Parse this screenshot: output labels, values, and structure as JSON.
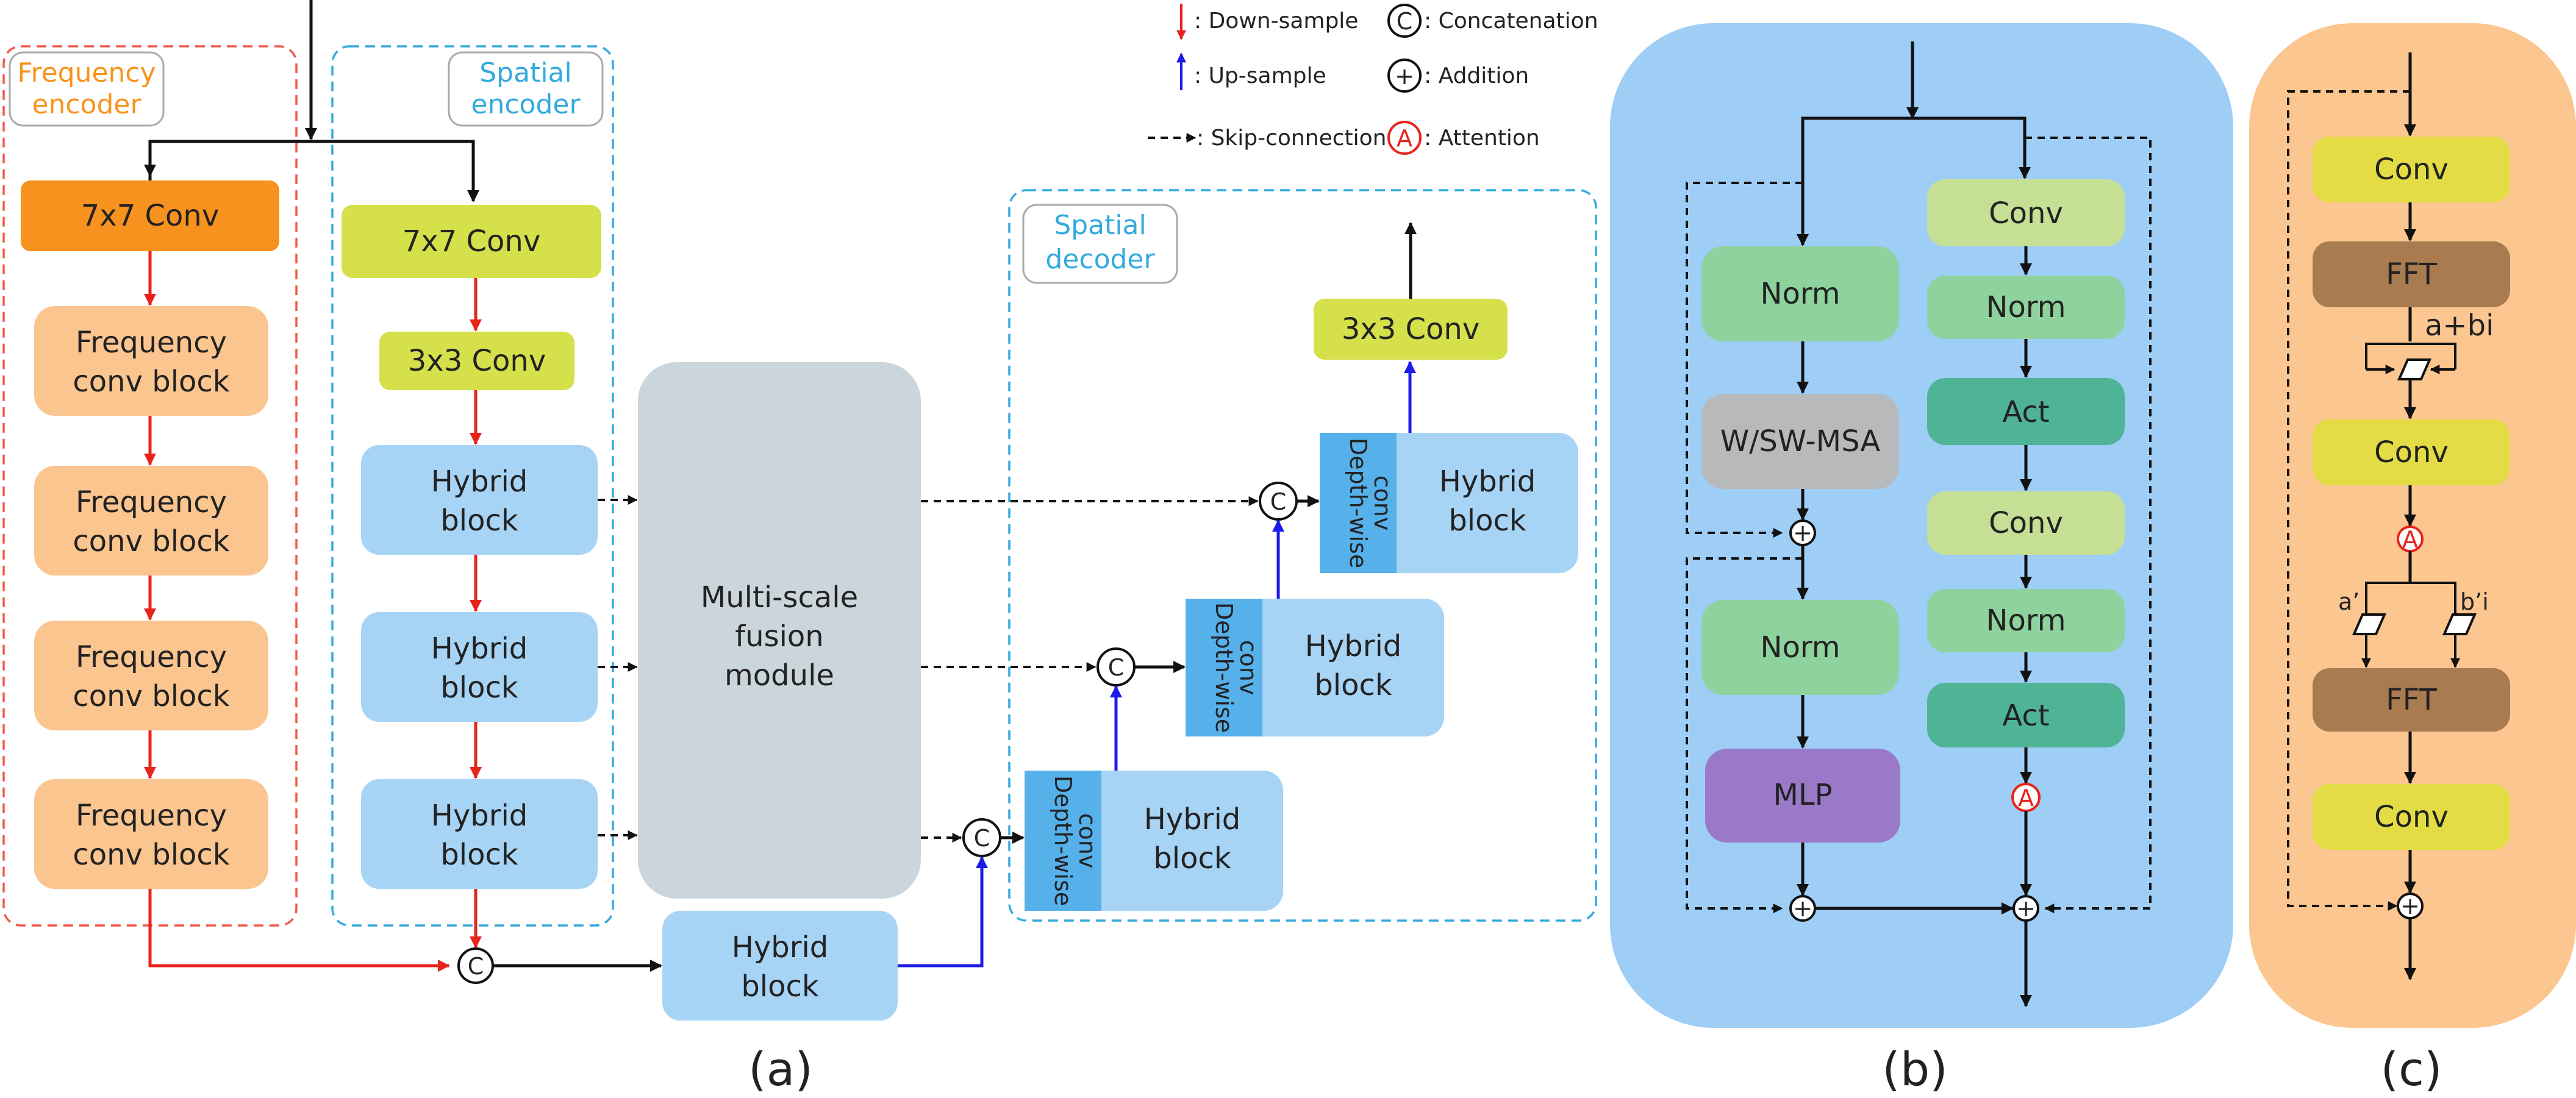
{
  "colors": {
    "orange_dark": "#f7921e",
    "orange_light": "#fbc58f",
    "yellow_green": "#d5e04a",
    "light_blue": "#a7d4f5",
    "dw_blue": "#56b0ea",
    "gray": "#cbd5dc",
    "panel_b_bg": "#9ecdf6",
    "panel_c_bg": "#fbc68f",
    "norm_green": "#8ed29e",
    "wmsa_gray": "#b7b9bb",
    "mlp_purple": "#9a79c9",
    "conv_light_green": "#c5e095",
    "act_teal": "#4fb396",
    "fft_brown": "#a97b50",
    "conv_yellow": "#e3dc44",
    "red": "#e8231c",
    "blue_arrow": "#1c1ce8",
    "freq_title": "#f7941e",
    "spatial_title": "#33aadd"
  },
  "legend": {
    "down_sample": ": Down-sample",
    "up_sample": ": Up-sample",
    "skip_connection": ": Skip-connection",
    "concatenation": ": Concatenation",
    "addition": ": Addition",
    "attention": ": Attention",
    "concat_symbol": "C",
    "add_symbol": "+",
    "attn_symbol": "A"
  },
  "panel_a": {
    "caption": "(a)",
    "freq_encoder_title": [
      "Frequency",
      "encoder"
    ],
    "spatial_encoder_title": [
      "Spatial",
      "encoder"
    ],
    "spatial_decoder_title": [
      "Spatial",
      "decoder"
    ],
    "freq_conv7": "7x7 Conv",
    "freq_blocks": [
      [
        "Frequency",
        "conv block"
      ],
      [
        "Frequency",
        "conv block"
      ],
      [
        "Frequency",
        "conv block"
      ],
      [
        "Frequency",
        "conv block"
      ]
    ],
    "sp_conv7": "7x7 Conv",
    "sp_conv3": "3x3 Conv",
    "sp_hybrid": [
      [
        "Hybrid",
        "block"
      ],
      [
        "Hybrid",
        "block"
      ],
      [
        "Hybrid",
        "block"
      ]
    ],
    "fusion": [
      "Multi-scale",
      "fusion",
      "module"
    ],
    "bottleneck": [
      "Hybrid",
      "block"
    ],
    "dec_depthwise": [
      "Depth-wise",
      "conv"
    ],
    "dec_hybrid": [
      [
        "Hybrid",
        "block"
      ],
      [
        "Hybrid",
        "block"
      ],
      [
        "Hybrid",
        "block"
      ]
    ],
    "dec_conv3": "3x3 Conv"
  },
  "panel_b": {
    "caption": "(b)",
    "left": [
      "Norm",
      "W/SW-MSA",
      "Norm",
      "MLP"
    ],
    "right": [
      "Conv",
      "Norm",
      "Act",
      "Conv",
      "Norm",
      "Act"
    ]
  },
  "panel_c": {
    "caption": "(c)",
    "blocks": [
      "Conv",
      "FFT",
      "Conv",
      "FFT",
      "Conv"
    ],
    "complex_label": "a+bi",
    "real_label": "a’",
    "imag_label": "b’i"
  }
}
